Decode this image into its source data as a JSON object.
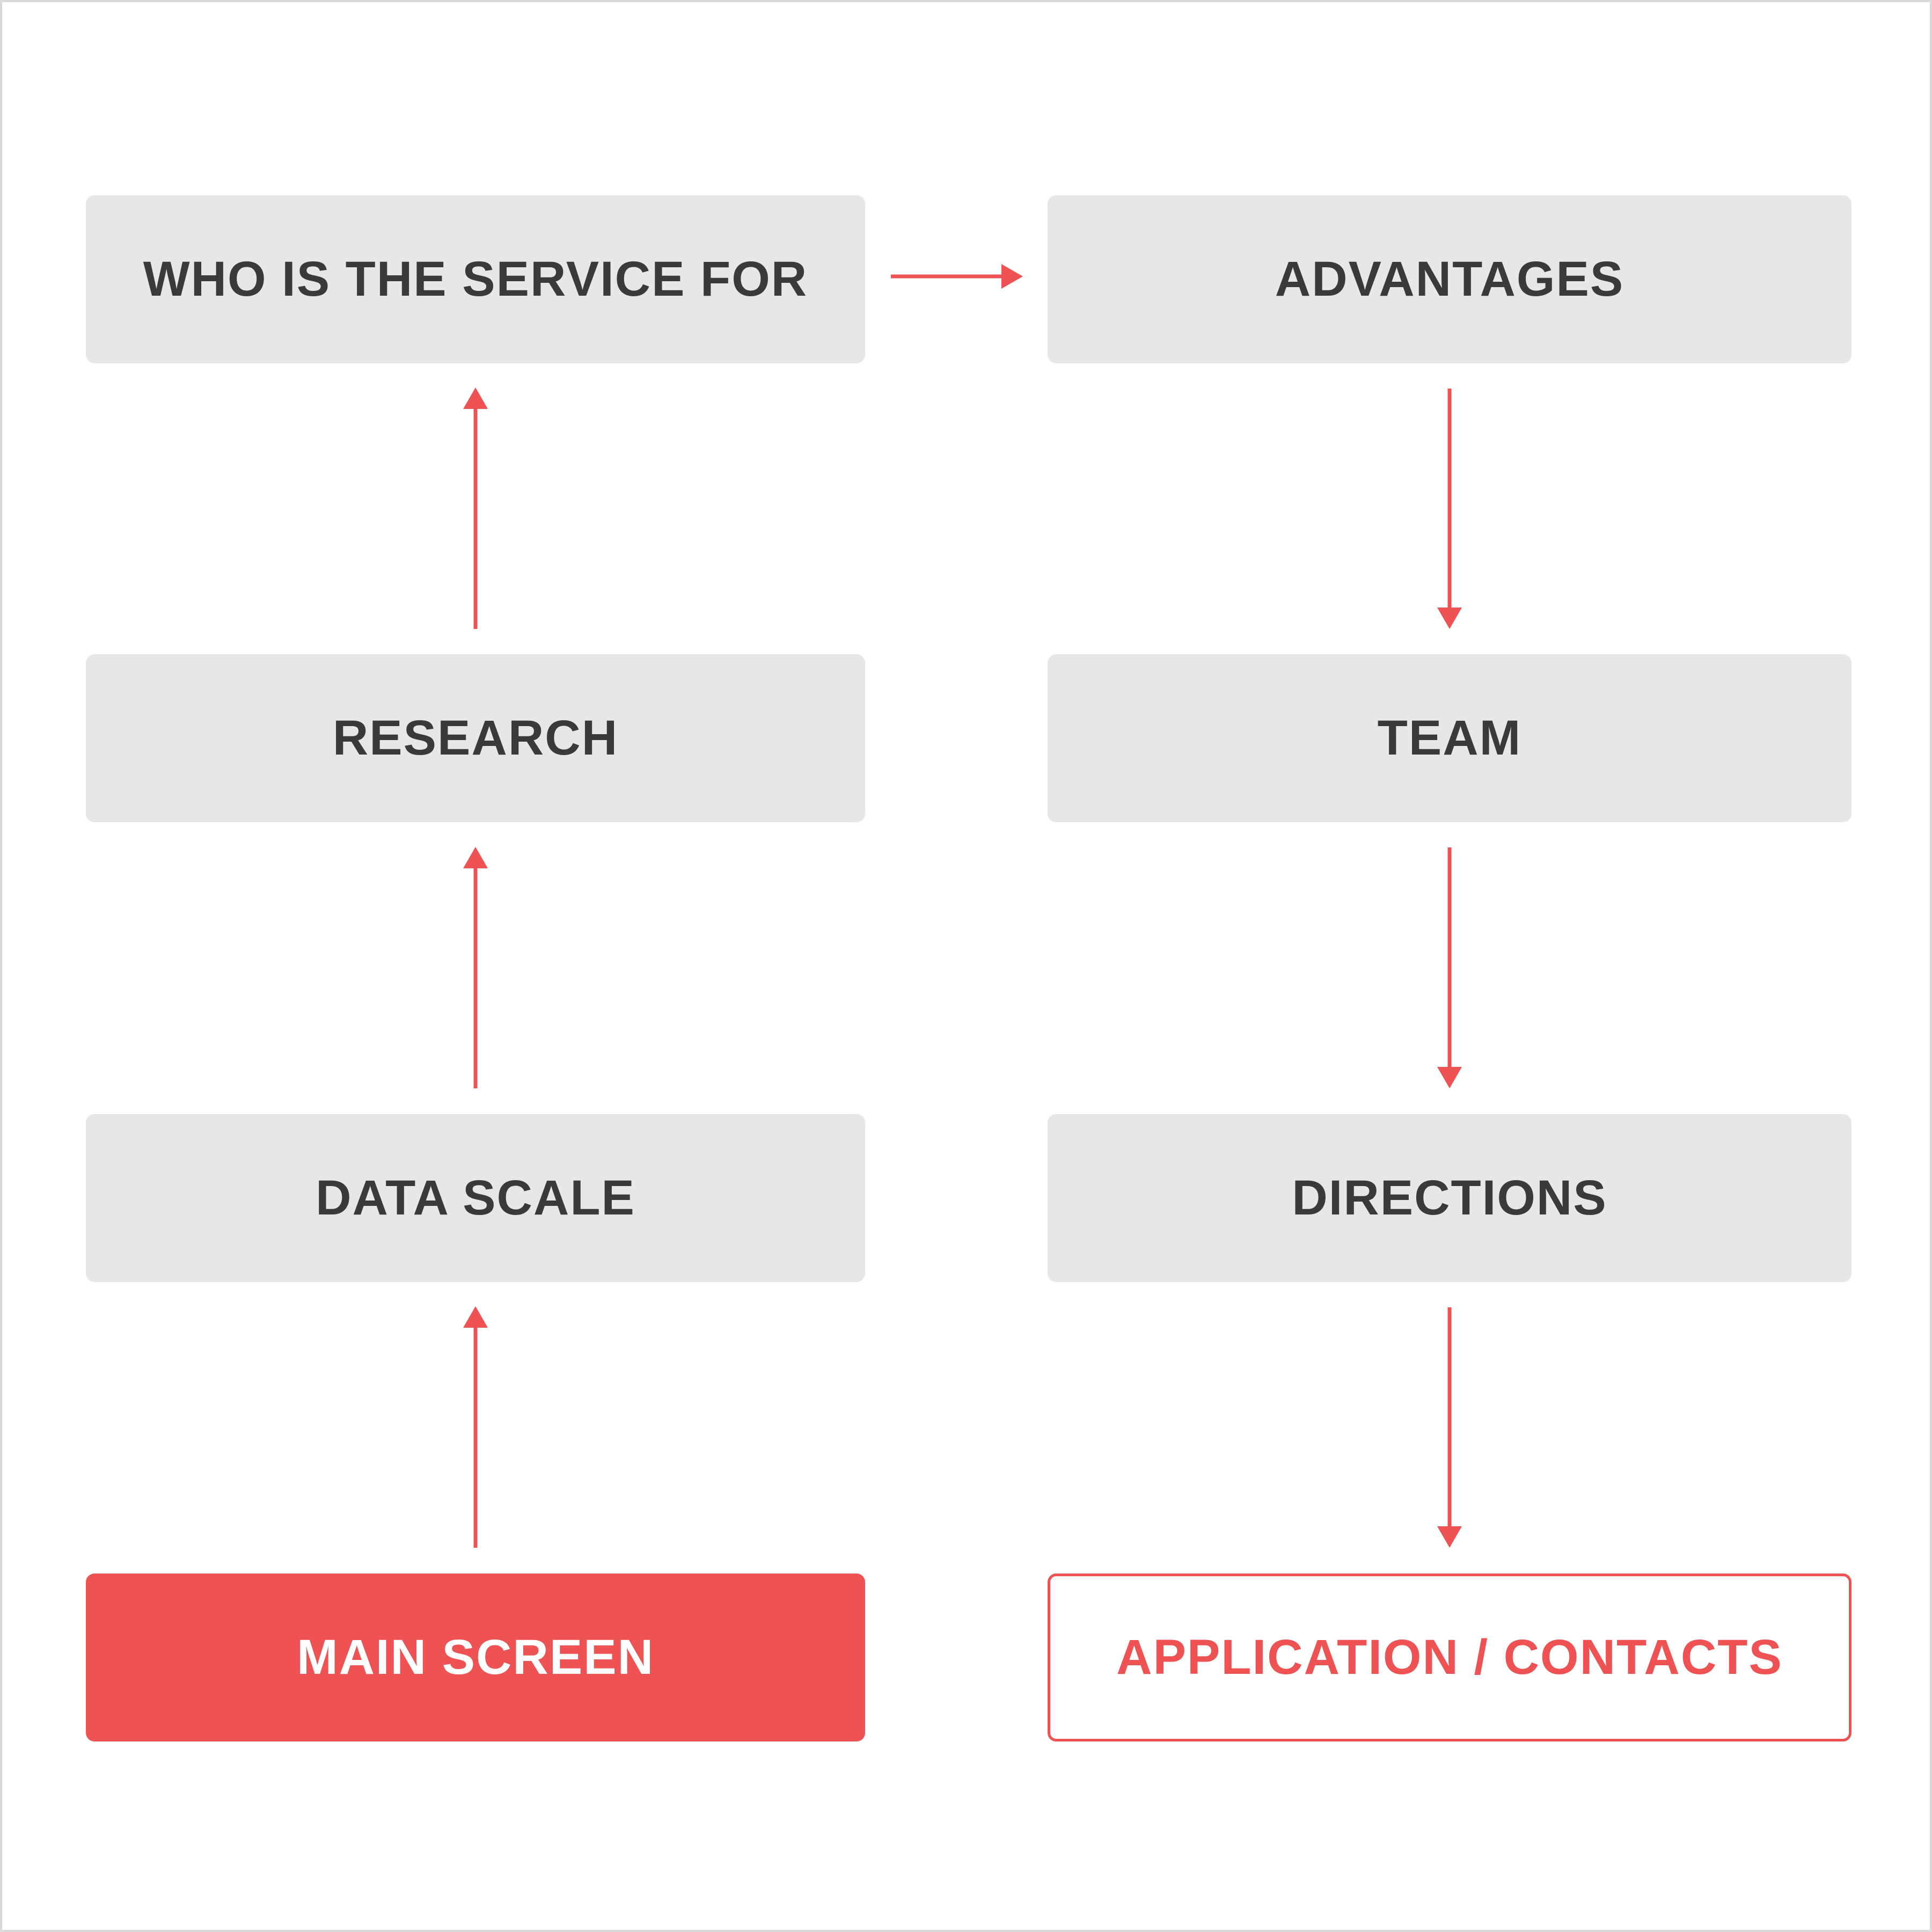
{
  "nodes": {
    "main_screen": "MAIN SCREEN",
    "data_scale": "DATA SCALE",
    "research": "RESEARCH",
    "who_is_the_service_for": "WHO IS THE SERVICE FOR",
    "advantages": "ADVANTAGES",
    "team": "TEAM",
    "directions": "DIRECTIONS",
    "application_contacts": "APPLICATION / CONTACTS"
  },
  "flow": [
    "main_screen",
    "data_scale",
    "research",
    "who_is_the_service_for",
    "advantages",
    "team",
    "directions",
    "application_contacts"
  ],
  "colors": {
    "accent": "#ee5253",
    "box_fill": "#e7e7e7",
    "text_dark": "#3a3a3a",
    "frame_border": "#d9d9d9"
  }
}
